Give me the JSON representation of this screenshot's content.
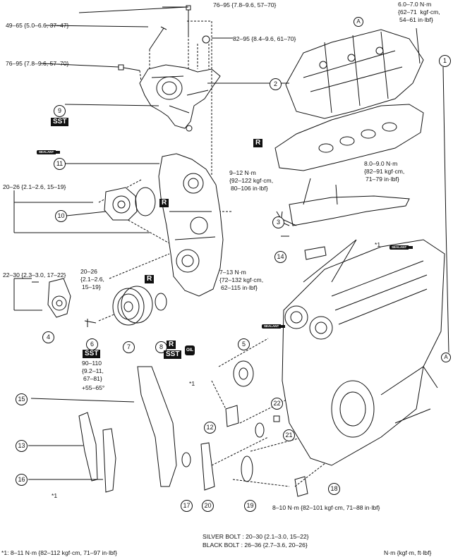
{
  "torques": {
    "top_bolt": "76–95 {7.8–9.6, 57–70}",
    "mount_stud": "49–65 {5.0–6.6, 37–47}",
    "nut": "82–95 {8.4–9.6, 61–70}",
    "mount_bolt": "76–95 {7.8–9.6, 57–70}",
    "dipstick_l1": "6.0–7.0 N·m",
    "dipstick_l2": "{62–71  kgf·cm,",
    "dipstick_l3": "54–61 in·lbf}",
    "cover_bolt_l1": "8.0–9.0 N·m",
    "cover_bolt_l2": "{82–91 kgf·cm,",
    "cover_bolt_l3": "71–79 in·lbf}",
    "baffle_l1": "9–12 N·m",
    "baffle_l2": "{92–122 kgf·cm,",
    "baffle_l3": "80–106 in·lbf}",
    "pump_bolt": "20–26 {2.1–2.6, 15–19}",
    "tensioner_bolt": "22–30 {2.3–3.0, 17–22}",
    "front_cover_bolt_l1": "20–26",
    "front_cover_bolt_l2": "{2.1–2.6,",
    "front_cover_bolt_l3": "15–19}",
    "chain_cover_l1": "7–13 N·m",
    "chain_cover_l2": "{72–132 kgf·cm,",
    "chain_cover_l3": "62–115 in·lbf}",
    "pulley_bolt_l1": "90–110",
    "pulley_bolt_l2": "{9.2–11,",
    "pulley_bolt_l3": "67–81}",
    "pulley_bolt_l4": "+55–65°",
    "bottom_bolt": "8–10 N·m {82–101 kgf·cm, 71–88 in·lbf}",
    "silver_bolt": "SILVER BOLT : 20–30 {2.1–3.0, 15–22}",
    "black_bolt": "BLACK BOLT : 26–36 {2.7–3.6, 20–26}"
  },
  "notes": {
    "star1": "*1",
    "star1_b": "*1",
    "star1_c": "*1",
    "footnote": "*1: 8–11 N·m {82–112 kgf·cm, 71–97 in·lbf}",
    "units": "N·m {kgf·m, ft·lbf}"
  },
  "callouts": {
    "n1": "1",
    "n2": "2",
    "n3": "3",
    "n4": "4",
    "n5": "5",
    "n6": "6",
    "n7": "7",
    "n8": "8",
    "n9": "9",
    "n10": "10",
    "n11": "11",
    "n12": "12",
    "n13": "13",
    "n14": "14",
    "n15": "15",
    "n16": "16",
    "n17": "17",
    "n18": "18",
    "n19": "19",
    "n20": "20",
    "n21": "21",
    "n22": "22",
    "a_top": "A",
    "a_right": "A"
  },
  "badges": {
    "sst_9": "SST",
    "r_cover": "R",
    "r_pump": "R",
    "r_seal": "R",
    "sst_6": "SST",
    "r_oil": "R",
    "sst_oil": "SST",
    "oil": "OIL",
    "sealant_11": "SEALANT",
    "sealant_14": "SEALANT",
    "sealant_head": "SEALANT"
  },
  "colors": {
    "ink": "#111111",
    "paper": "#ffffff"
  }
}
